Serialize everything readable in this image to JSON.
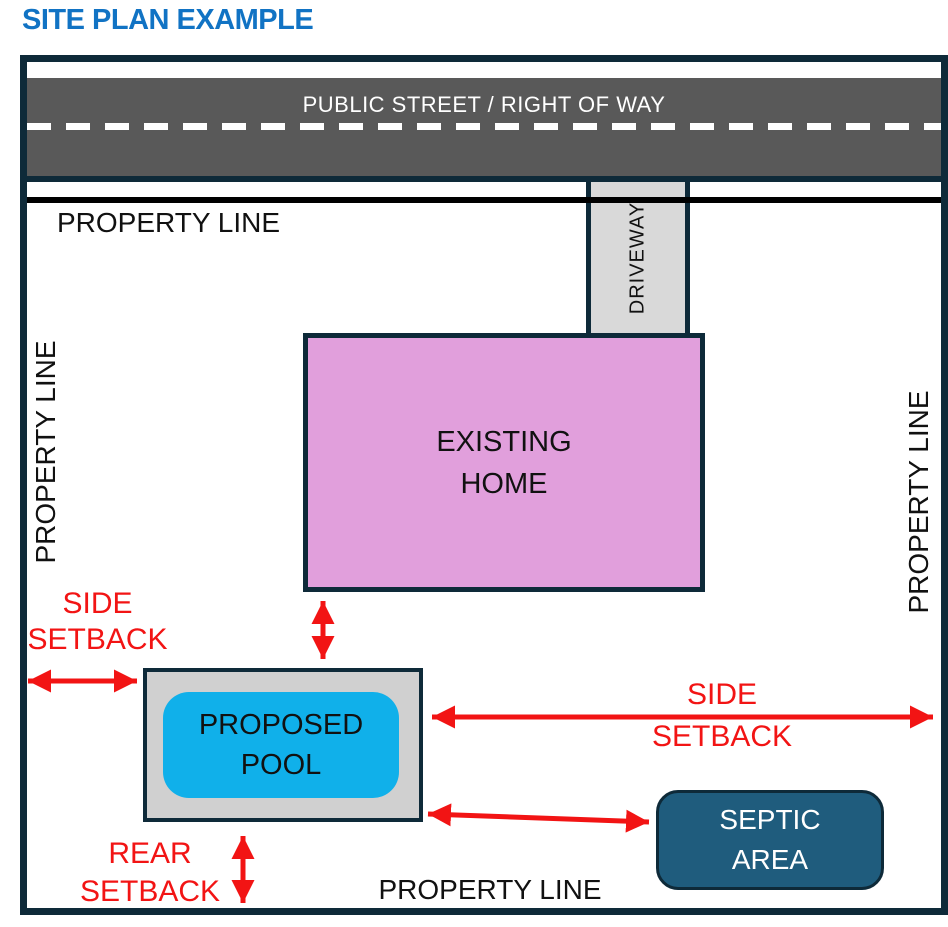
{
  "page": {
    "title": "SITE PLAN EXAMPLE"
  },
  "colors": {
    "title": "#1173C4",
    "frame": "#0E2A39",
    "street": "#595959",
    "street_text": "#FFFFFF",
    "driveway": "#D9D9D9",
    "home": "#E19FDC",
    "pool_deck": "#D0D0D0",
    "pool_water": "#10B0EA",
    "septic": "#1F5C7D",
    "septic_text": "#FFFFFF",
    "arrow": "#F21414"
  },
  "street": {
    "label": "PUBLIC STREET / RIGHT OF WAY"
  },
  "driveway": {
    "label": "DRIVEWAY"
  },
  "property_lines": {
    "top": "PROPERTY LINE",
    "left": "PROPERTY LINE",
    "right": "PROPERTY LINE",
    "bottom": "PROPERTY LINE"
  },
  "home": {
    "line1": "EXISTING",
    "line2": "HOME"
  },
  "pool": {
    "line1": "PROPOSED",
    "line2": "POOL"
  },
  "septic": {
    "line1": "SEPTIC",
    "line2": "AREA"
  },
  "setbacks": {
    "left": {
      "line1": "SIDE",
      "line2": "SETBACK"
    },
    "right": {
      "line1": "SIDE",
      "line2": "SETBACK"
    },
    "rear": {
      "line1": "REAR",
      "line2": "SETBACK"
    }
  }
}
